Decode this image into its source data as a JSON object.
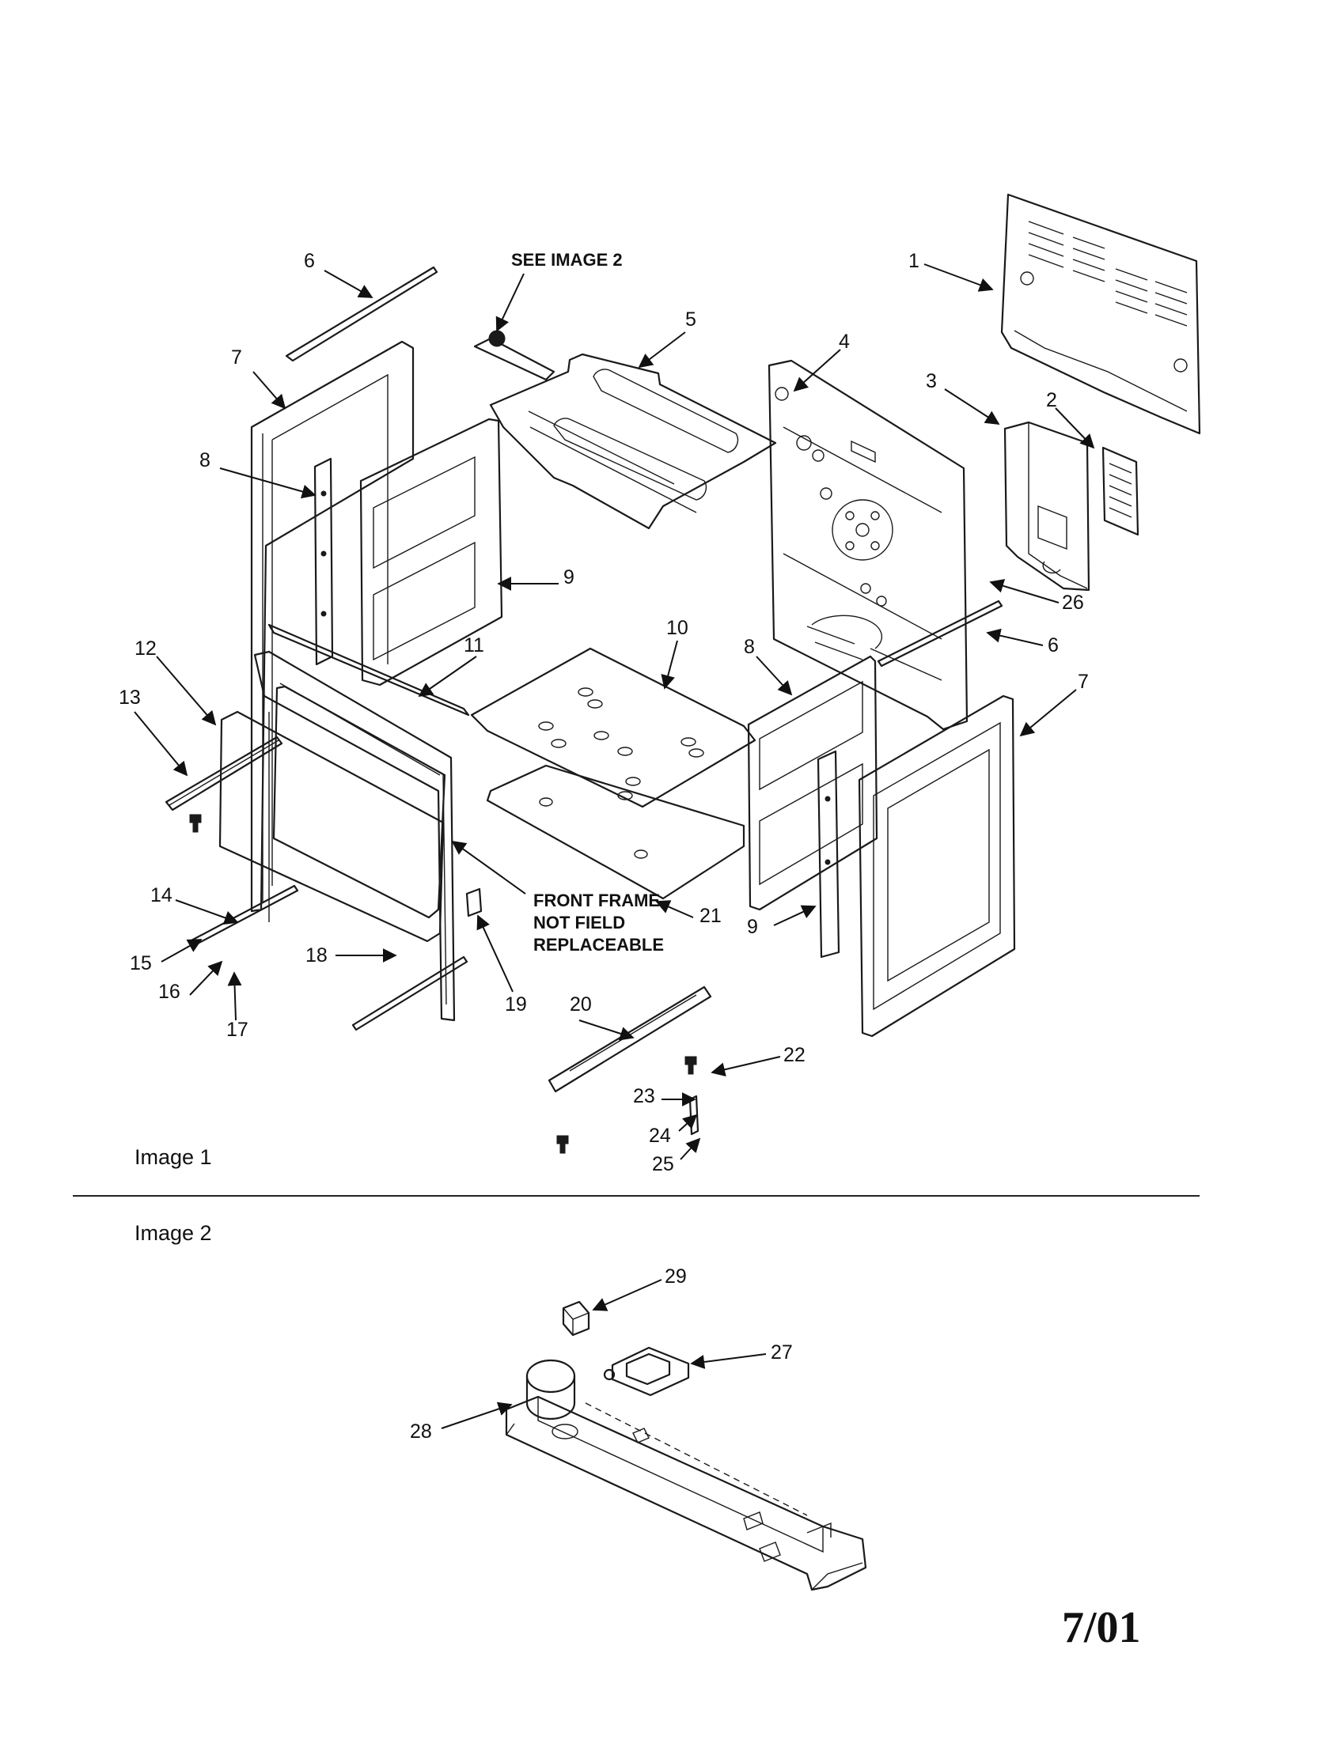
{
  "image1": {
    "section_label": "Image 1",
    "note_see_image": "SEE IMAGE 2",
    "note_front_frame": [
      "FRONT FRAME",
      "NOT FIELD",
      "REPLACEABLE"
    ],
    "callouts": [
      "1",
      "2",
      "3",
      "4",
      "5",
      "6",
      "7",
      "8",
      "9",
      "10",
      "11",
      "12",
      "13",
      "14",
      "15",
      "16",
      "17",
      "18",
      "19",
      "20",
      "21",
      "22",
      "23",
      "24",
      "25",
      "26",
      "6",
      "7",
      "8",
      "9"
    ]
  },
  "image2": {
    "section_label": "Image 2",
    "callouts": [
      "27",
      "28",
      "29"
    ]
  },
  "revision_date": "7/01"
}
